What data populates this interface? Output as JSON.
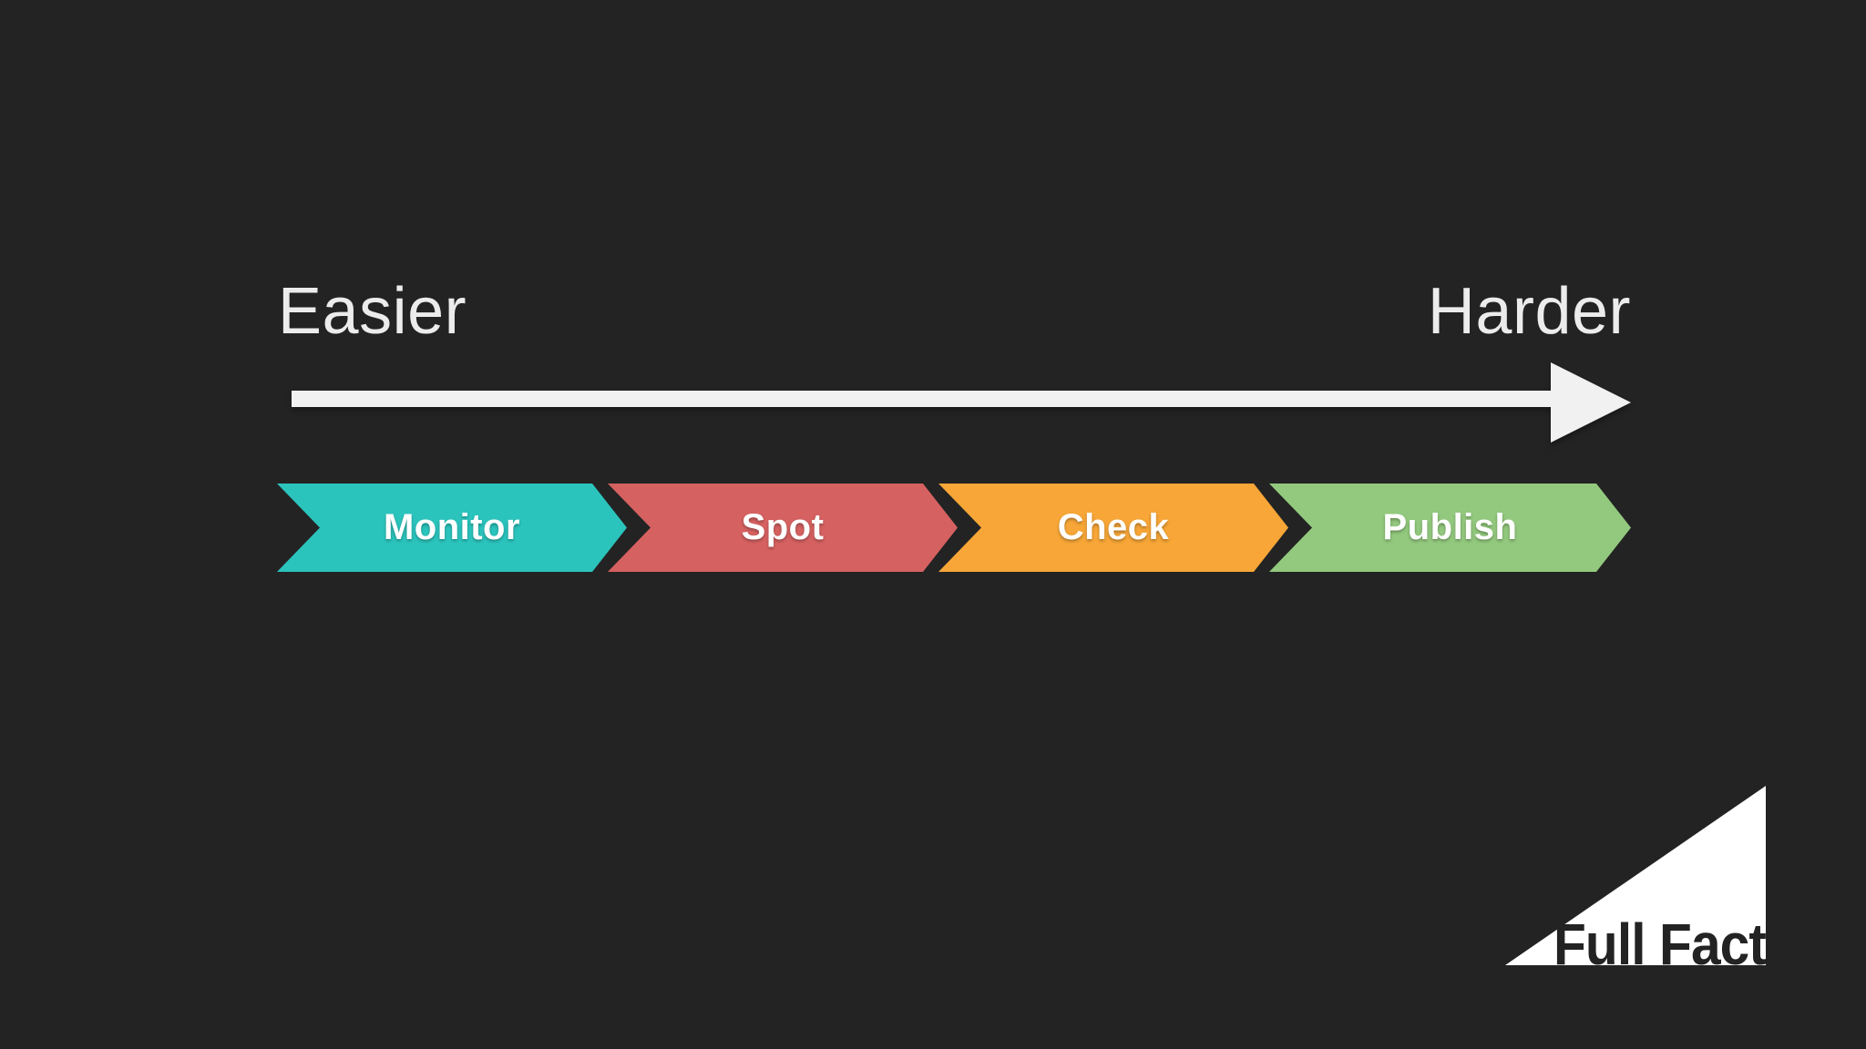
{
  "slide": {
    "background_color": "#232323",
    "difficulty_scale": {
      "left_label": "Easier",
      "right_label": "Harder",
      "arrow_color": "#F1F1F1",
      "arrow_direction": "right"
    },
    "process_steps": [
      {
        "label": "Monitor",
        "color": "#2BC4BD"
      },
      {
        "label": "Spot",
        "color": "#D66161"
      },
      {
        "label": "Check",
        "color": "#F7A637"
      },
      {
        "label": "Publish",
        "color": "#93C97E"
      }
    ],
    "logo": {
      "text": "Full Fact",
      "triangle_color": "#FFFFFF",
      "text_color": "#232323"
    }
  }
}
